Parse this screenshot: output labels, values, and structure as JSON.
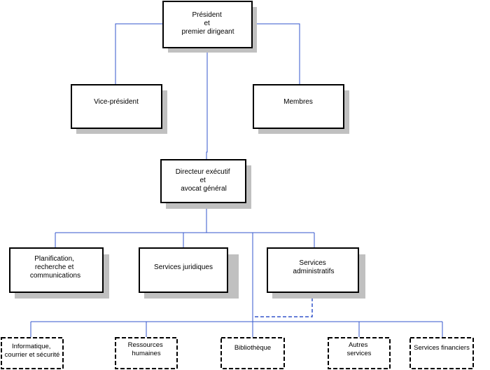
{
  "org_chart": {
    "president": [
      "Président",
      "et",
      "premier dirigeant"
    ],
    "vice_president": [
      "Vice-président"
    ],
    "members": [
      "Membres"
    ],
    "executive_director": [
      "Directeur exécutif",
      "et",
      "avocat général"
    ],
    "planning": [
      "Planification,",
      "recherche et",
      "communications"
    ],
    "legal_services": [
      "Services juridiques"
    ],
    "admin_services": [
      "Services",
      "administratifs"
    ],
    "it": [
      "Informatique,",
      "courrier et sécurité"
    ],
    "hr": [
      "Ressources",
      "humaines"
    ],
    "library": [
      "Bibliothèque"
    ],
    "other_services": [
      "Autres",
      "services"
    ],
    "financial_services": [
      "Services financiers"
    ]
  },
  "colors": {
    "connector": "#3355cc",
    "shadow": "#c0c0c0",
    "border": "#000000"
  }
}
